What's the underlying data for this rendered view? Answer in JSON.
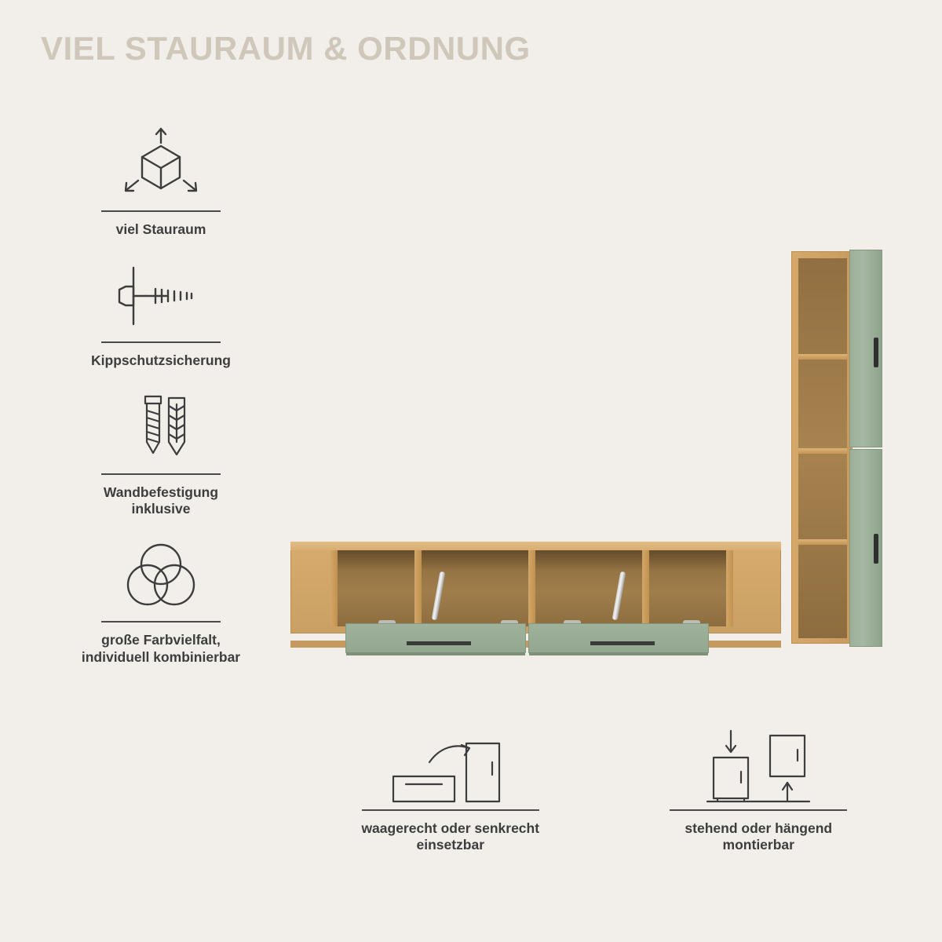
{
  "title": "VIEL STAURAUM & ORDNUNG",
  "theme": {
    "background": "#f2efea",
    "title_color": "#cfc7ba",
    "text_color": "#3d3d3d",
    "line_color": "#4a4a4a",
    "wood_color": "#cda066",
    "front_color": "#9aae97"
  },
  "features": [
    {
      "icon": "cube-arrows-icon",
      "label": "viel Stauraum"
    },
    {
      "icon": "wall-anchor-screw-icon",
      "label": "Kippschutzsicherung"
    },
    {
      "icon": "screw-and-dowel-icon",
      "label": "Wandbefestigung\ninklusive",
      "line1": "Wandbefestigung",
      "line2": "inklusive"
    },
    {
      "icon": "three-circles-icon",
      "label": "große Farbvielfalt,\nindividuell kombinierbar",
      "line1": "große Farbvielfalt,",
      "line2": "individuell kombinierbar"
    }
  ],
  "bottom_features": [
    {
      "icon": "horizontal-vertical-icon",
      "line1": "waagerecht oder senkrecht",
      "line2": "einsetzbar"
    },
    {
      "icon": "standing-hanging-icon",
      "line1": "stehend oder hängend",
      "line2": "montierbar"
    }
  ],
  "product": {
    "lowboard_name": "lowboard-with-two-flap-doors",
    "tall_cabinet_name": "tall-cabinet-with-two-doors"
  }
}
